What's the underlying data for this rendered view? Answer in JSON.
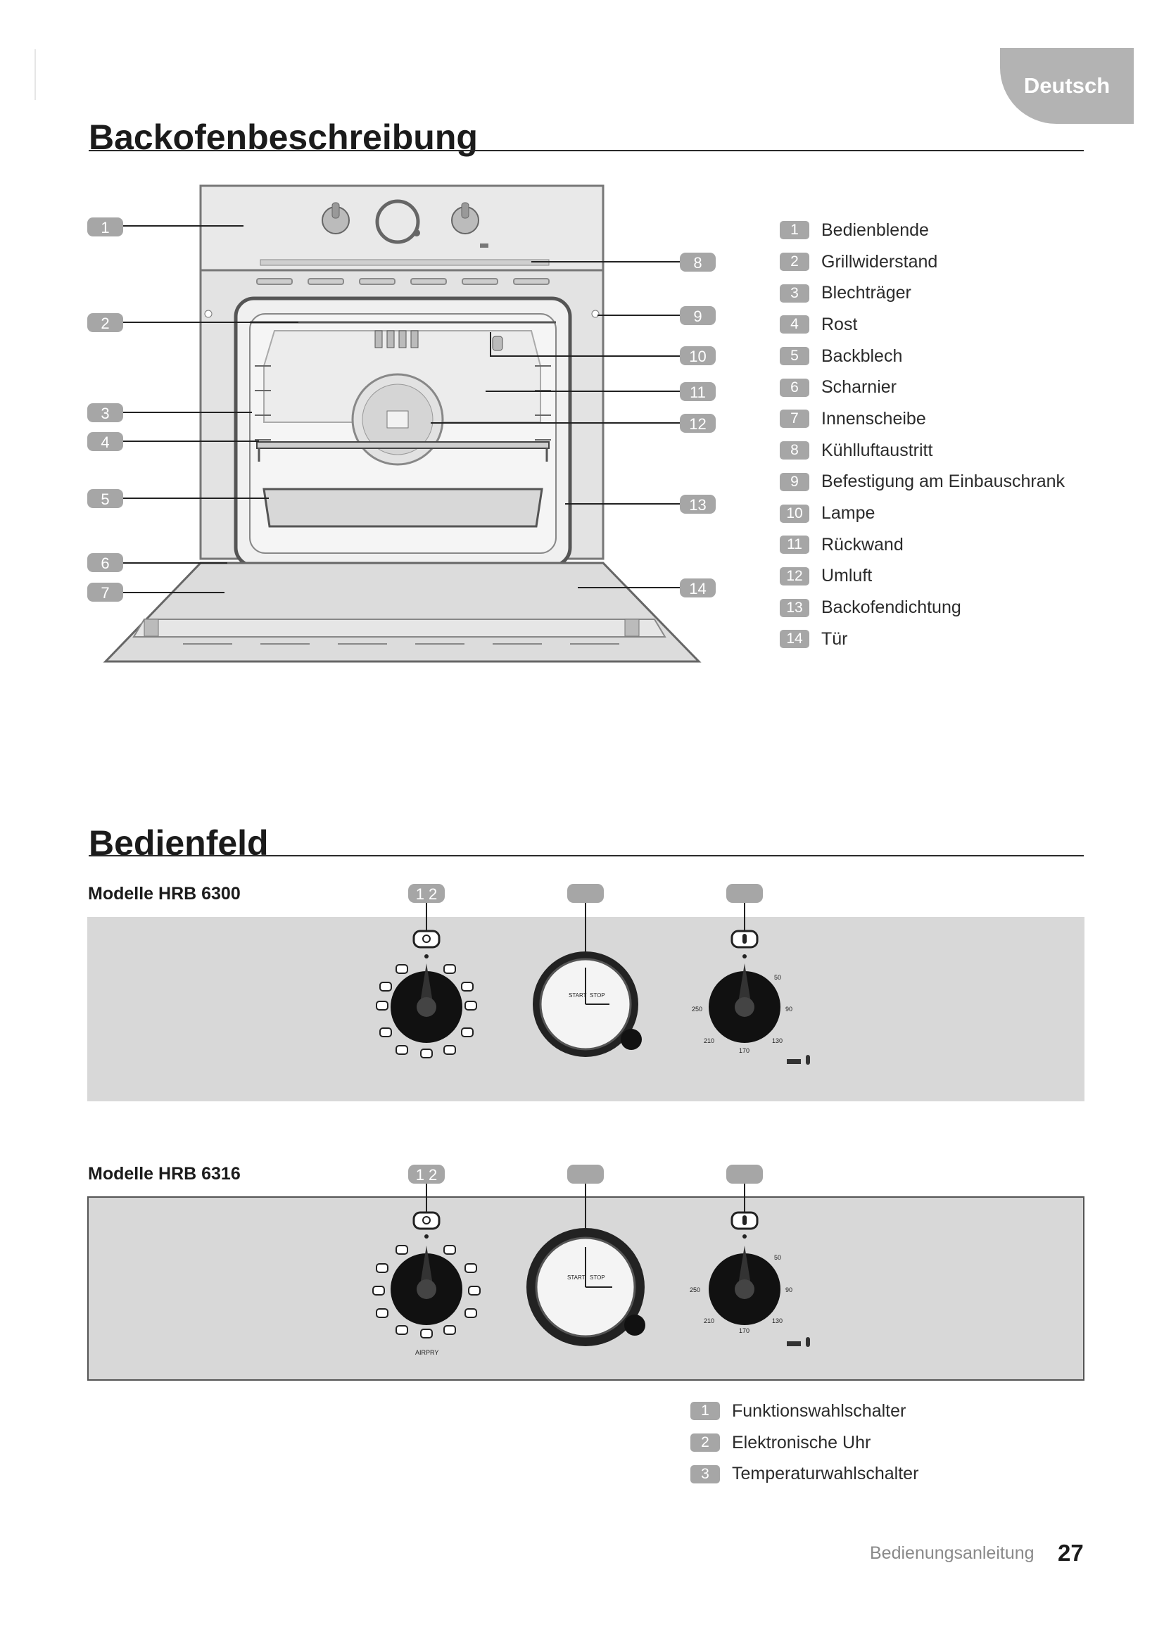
{
  "language_tab": "Deutsch",
  "section1": {
    "title": "Backofenbeschreibung",
    "callouts_left": [
      "1",
      "2",
      "3",
      "4",
      "5",
      "6",
      "7"
    ],
    "callouts_right": [
      "8",
      "9",
      "10",
      "11",
      "12",
      "13",
      "14"
    ],
    "legend": [
      {
        "num": "1",
        "text": "Bedienblende"
      },
      {
        "num": "2",
        "text": "Grillwiderstand"
      },
      {
        "num": "3",
        "text": "Blechträger"
      },
      {
        "num": "4",
        "text": "Rost"
      },
      {
        "num": "5",
        "text": "Backblech"
      },
      {
        "num": "6",
        "text": "Scharnier"
      },
      {
        "num": "7",
        "text": "Innenscheibe"
      },
      {
        "num": "8",
        "text": "Kühlluftaustritt"
      },
      {
        "num": "9",
        "text": "Befestigung am Einbauschrank"
      },
      {
        "num": "10",
        "text": "Lampe"
      },
      {
        "num": "11",
        "text": "Rückwand"
      },
      {
        "num": "12",
        "text": "Umluft"
      },
      {
        "num": "13",
        "text": "Backofendichtung"
      },
      {
        "num": "14",
        "text": "Tür"
      }
    ]
  },
  "section2": {
    "title": "Bedienfeld",
    "models": [
      {
        "label": "Modelle HRB 6300",
        "callouts": [
          "1 2",
          "",
          ""
        ],
        "temp_scale": [
          "50",
          "90",
          "130",
          "170",
          "210",
          "250"
        ],
        "clock_text": [
          "START",
          "STOP"
        ]
      },
      {
        "label": "Modelle HRB 6316",
        "callouts": [
          "1 2",
          "",
          ""
        ],
        "temp_scale": [
          "50",
          "90",
          "130",
          "170",
          "210",
          "250"
        ],
        "clock_text": [
          "START",
          "STOP"
        ],
        "knob_sub": "AIRPRY"
      }
    ],
    "legend": [
      {
        "num": "1",
        "text": "Funktionswahlschalter"
      },
      {
        "num": "2",
        "text": "Elektronische Uhr"
      },
      {
        "num": "3",
        "text": "Temperaturwahlschalter"
      }
    ]
  },
  "footer": {
    "manual_label": "Bedienungsanleitung",
    "page_number": "27"
  }
}
